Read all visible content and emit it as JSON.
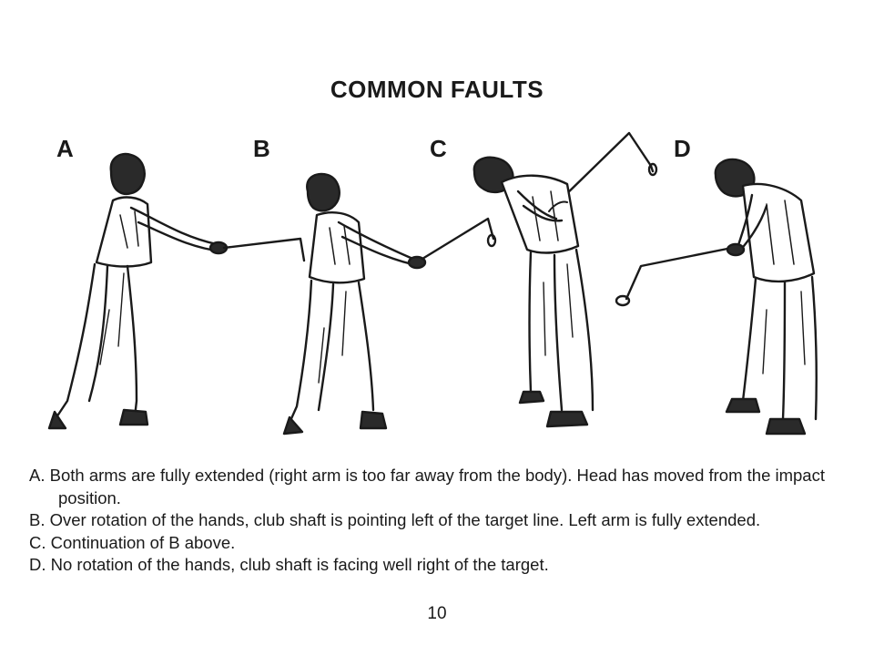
{
  "title": "COMMON FAULTS",
  "figures": [
    {
      "label": "A"
    },
    {
      "label": "B"
    },
    {
      "label": "C"
    },
    {
      "label": "D"
    }
  ],
  "captions": [
    "A. Both arms are fully extended (right arm is too far away from the body).  Head has moved from the impact position.",
    "B. Over rotation of the hands, club shaft is pointing left of the target line.  Left arm is fully extended.",
    "C. Continuation of B above.",
    "D. No rotation of the hands, club shaft is facing well right of the target."
  ],
  "page_number": "10"
}
